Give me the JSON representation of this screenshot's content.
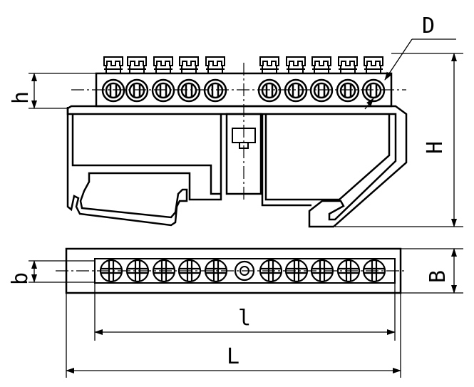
{
  "drawing": {
    "ink_color": "#000000",
    "background": "#ffffff",
    "screw_count_per_group": 5,
    "top_view_terminal_count": 11,
    "labels": {
      "D": "D",
      "h": "h",
      "H": "H",
      "b": "b",
      "B": "B",
      "l_small": "l",
      "L_large": "L"
    }
  }
}
